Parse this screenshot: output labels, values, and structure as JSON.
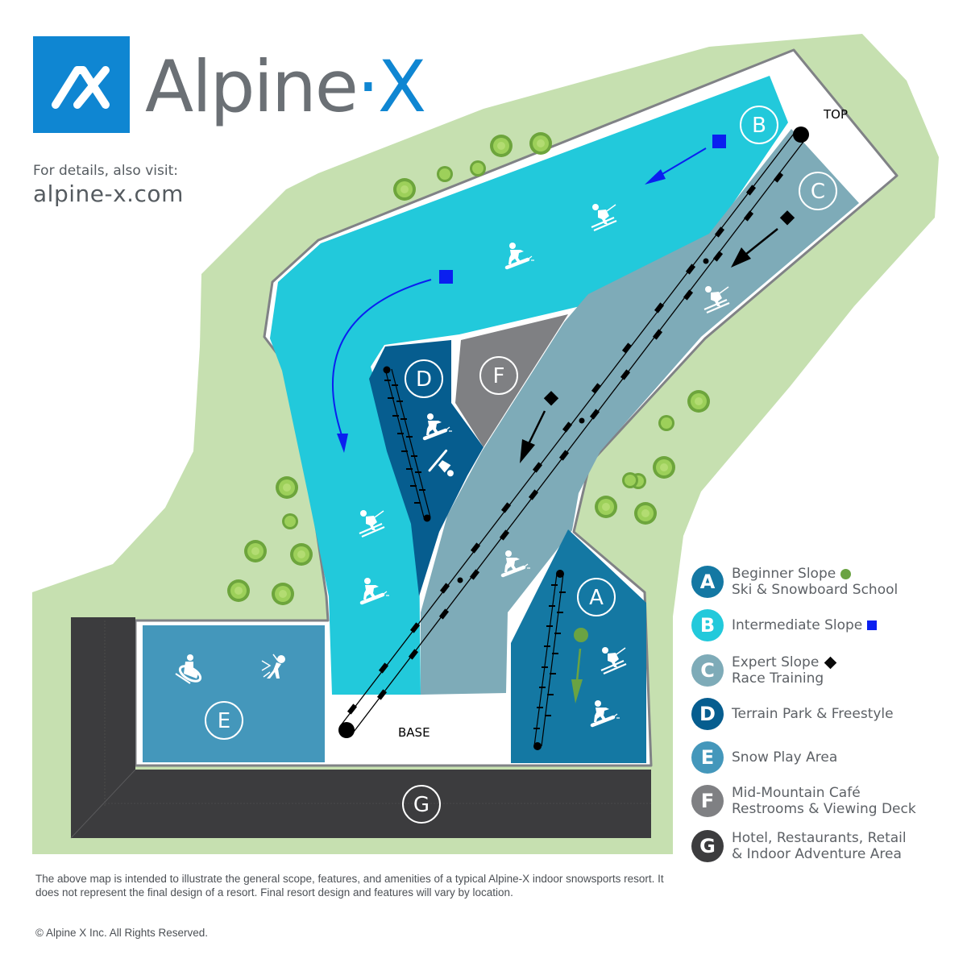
{
  "header": {
    "logo_icon": "mountain-x-logo-icon",
    "brand_name_main": "Alpine",
    "brand_name_sep": "·",
    "brand_name_accent": "X",
    "visit_label": "For details, also visit:",
    "visit_url": "alpine-x.com"
  },
  "colors": {
    "brand_blue": "#0f86d2",
    "grass": "#c6e0b0",
    "slope_a": "#1478a3",
    "slope_b": "#22c9db",
    "slope_c": "#7eabb8",
    "area_d": "#065d8f",
    "area_e": "#4497bb",
    "area_f": "#7f8083",
    "area_g": "#3c3c3e",
    "beginner_green": "#6aa342",
    "intermediate_blue": "#0a1ff0",
    "expert_black": "#0a0a0a",
    "tree": "#7fbb45"
  },
  "map": {
    "labels": {
      "top": "TOP",
      "base": "BASE"
    },
    "zones": [
      {
        "letter": "A",
        "icons": [
          "beginner-green-circle-icon",
          "downhill-arrow-icon",
          "skier-icon",
          "snowboarder-icon"
        ],
        "lift": "surface-lift"
      },
      {
        "letter": "B",
        "icons": [
          "intermediate-blue-square-icon",
          "downhill-arrow-icon",
          "skier-icon",
          "snowboarder-icon"
        ]
      },
      {
        "letter": "C",
        "icons": [
          "expert-black-diamond-icon",
          "downhill-arrow-icon",
          "skier-icon",
          "snowboarder-icon"
        ]
      },
      {
        "letter": "D",
        "icons": [
          "snowboard-jump-icon",
          "freestyle-flip-icon"
        ],
        "lift": "surface-lift"
      },
      {
        "letter": "E",
        "icons": [
          "snow-tubing-icon",
          "snow-angel-icon"
        ]
      },
      {
        "letter": "F",
        "icons": []
      },
      {
        "letter": "G",
        "icons": []
      }
    ]
  },
  "legend": {
    "items": [
      {
        "letter": "A",
        "line1": "Beginner Slope",
        "line2": "Ski & Snowboard School",
        "symbol": "green-circle",
        "color": "#1478a3"
      },
      {
        "letter": "B",
        "line1": "Intermediate Slope",
        "line2": "",
        "symbol": "blue-square",
        "color": "#22c9db"
      },
      {
        "letter": "C",
        "line1": "Expert Slope",
        "line2": "Race Training",
        "symbol": "black-diamond",
        "color": "#7eabb8"
      },
      {
        "letter": "D",
        "line1": "Terrain Park & Freestyle",
        "line2": "",
        "symbol": "",
        "color": "#065d8f"
      },
      {
        "letter": "E",
        "line1": "Snow Play Area",
        "line2": "",
        "symbol": "",
        "color": "#4497bb"
      },
      {
        "letter": "F",
        "line1": "Mid-Mountain Café",
        "line2": "Restrooms & Viewing Deck",
        "symbol": "",
        "color": "#7f8083"
      },
      {
        "letter": "G",
        "line1": "Hotel, Restaurants, Retail",
        "line2": "& Indoor Adventure Area",
        "symbol": "",
        "color": "#3c3c3e"
      }
    ]
  },
  "footer": {
    "disclaimer": "The above map is intended to illustrate the general scope, features, and amenities of a typical Alpine-X indoor snowsports resort.  It does not represent the final design of a resort. Final resort design and features will vary by location.",
    "copyright": "© Alpine X Inc.  All Rights Reserved."
  }
}
